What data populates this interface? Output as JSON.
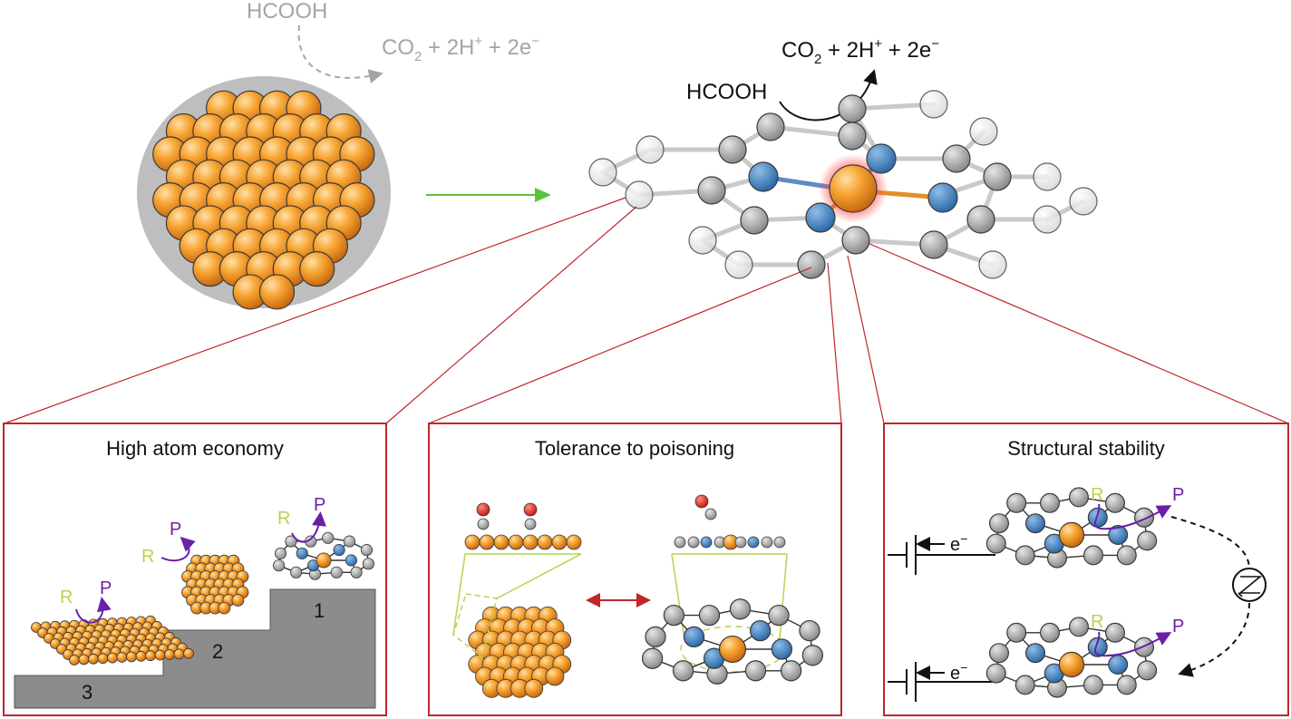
{
  "top": {
    "left_reaction": {
      "reactant": "HCOOH",
      "products": [
        "CO",
        "2",
        " + 2H",
        "+",
        " + 2e",
        "−"
      ]
    },
    "right_reaction": {
      "reactant": "HCOOH",
      "products": [
        "CO",
        "2",
        " + 2H",
        "+",
        " + 2e",
        "−"
      ]
    }
  },
  "panels": [
    {
      "title": "High atom economy",
      "steps": [
        "1",
        "2",
        "3"
      ],
      "labels": {
        "r": "R",
        "p": "P"
      }
    },
    {
      "title": "Tolerance to poisoning"
    },
    {
      "title": "Structural stability",
      "electron": "e",
      "electron_sup": "−",
      "labels": {
        "r": "R",
        "p": "P"
      }
    }
  ],
  "colors": {
    "orange": "#f5a030",
    "blue": "#3d82c4",
    "grey": "#8a8a8a",
    "red_line": "#c0262a",
    "green_arrow": "#5cc23a",
    "purple": "#6a1fa8",
    "lime": "#b5d44f",
    "step_fill": "#8c8c8c"
  }
}
